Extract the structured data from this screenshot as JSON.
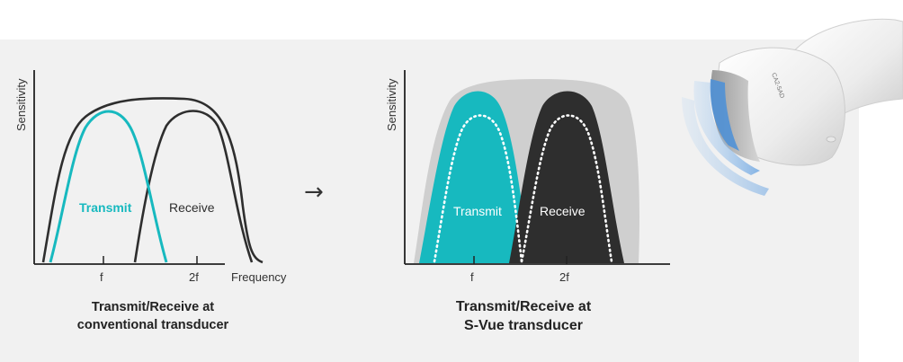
{
  "left_diagram": {
    "ylabel": "Sensitivity",
    "xlabel": "Frequency",
    "tick_f": "f",
    "tick_2f": "2f",
    "transmit_label": "Transmit",
    "receive_label": "Receive",
    "caption_line1": "Transmit/Receive at",
    "caption_line2": "conventional transducer"
  },
  "arrow": "→",
  "right_diagram": {
    "ylabel": "Sensitivity",
    "tick_f": "f",
    "tick_2f": "2f",
    "transmit_label": "Transmit",
    "receive_label": "Receive",
    "caption_line1": "Transmit/Receive at",
    "caption_line2": "S-Vue transducer"
  },
  "colors": {
    "transmit": "#17b9bf",
    "receive_dark": "#2e2e2e",
    "envelope_gray": "#cfcfcf",
    "background_panel": "#f1f1f1",
    "probe_blue": "#4a8fd8"
  },
  "probe": {
    "icon": "ultrasound-probe-icon",
    "model_text": "CA2-5AD"
  }
}
